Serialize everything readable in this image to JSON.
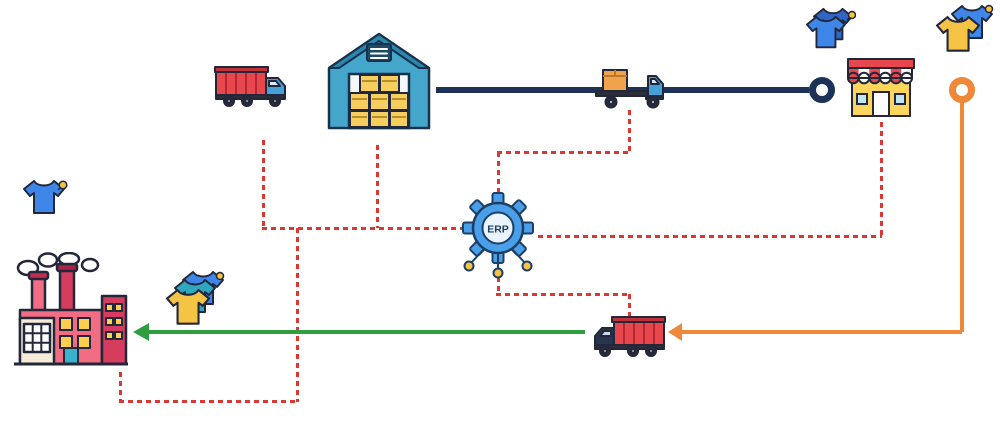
{
  "diagram": {
    "background": "#ffffff",
    "erp": {
      "label": "ERP"
    },
    "colors": {
      "bg": "#ffffff",
      "dash_red": "#da3832",
      "navy": "#1c3357",
      "green": "#2f9e3f",
      "orange": "#f0883a",
      "blue_shirt": "#3e86e8",
      "teal": "#35b4c9",
      "yellow": "#f6c445",
      "warehouse_blue": "#45a6cc",
      "truck_red": "#e8484d",
      "factory_pink": "#f26d83",
      "factory_red": "#d63c5e",
      "gear_blue": "#4aa0e8",
      "outline": "#23273a"
    },
    "nodes": [
      {
        "id": "supplier-truck",
        "icon": "cargo-truck-icon"
      },
      {
        "id": "warehouse",
        "icon": "warehouse-icon"
      },
      {
        "id": "distribution-truck",
        "icon": "delivery-truck-icon"
      },
      {
        "id": "retail-store",
        "icon": "store-icon"
      },
      {
        "id": "store-apparel",
        "icon": "tshirts-icon"
      },
      {
        "id": "customer-apparel",
        "icon": "tshirts-icon"
      },
      {
        "id": "erp-hub",
        "icon": "erp-gear-icon"
      },
      {
        "id": "apparel-stock",
        "icon": "tshirt-icon"
      },
      {
        "id": "factory",
        "icon": "factory-icon"
      },
      {
        "id": "finished-apparel",
        "icon": "tshirts-icon"
      },
      {
        "id": "returns-truck",
        "icon": "cargo-truck-icon"
      }
    ],
    "connectors": {
      "distribution_line": "navy-solid",
      "erp_links": "red-dashed",
      "return_to_factory": "green-solid-arrow",
      "customer_return": "orange-solid-arrow"
    }
  }
}
